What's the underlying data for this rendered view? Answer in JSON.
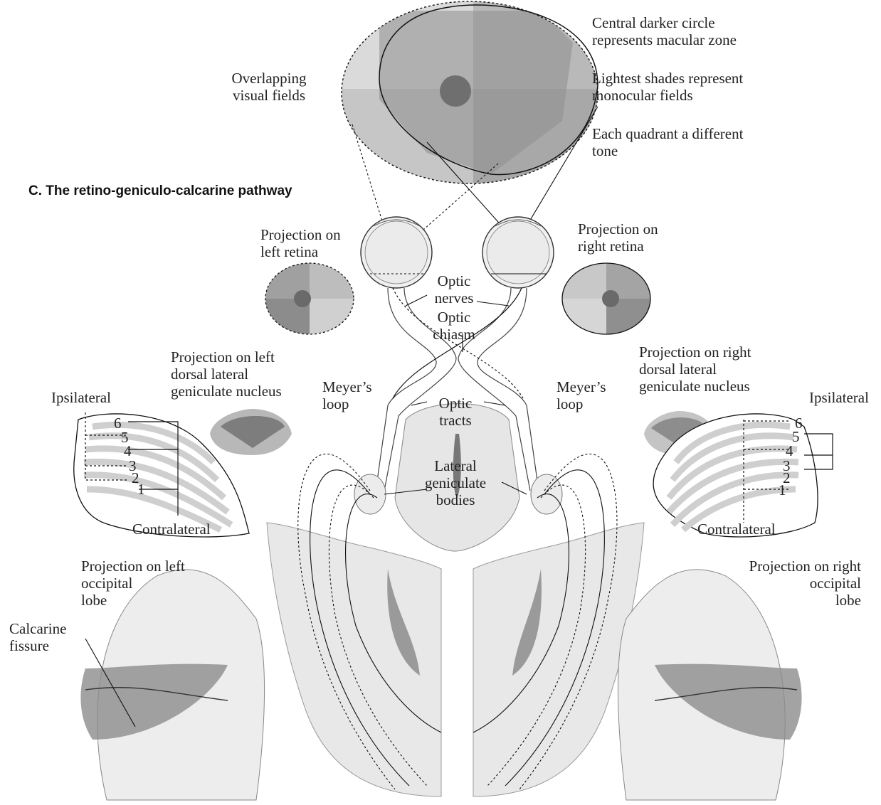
{
  "title": "C. The retino-geniculo-calcarine pathway",
  "notes": {
    "macular": "Central darker circle\nrepresents macular zone",
    "monocular": "Lightest shades represent\nmonocular fields",
    "quadrant": "Each quadrant a different\ntone"
  },
  "labels": {
    "overlapping": "Overlapping\nvisual fields",
    "left_retina": "Projection on\nleft retina",
    "right_retina": "Projection on\nright retina",
    "optic_nerves": "Optic\nnerves",
    "optic_chiasm": "Optic\nchiasm",
    "optic_tracts": "Optic\ntracts",
    "lgb": "Lateral\ngeniculate\nbodies",
    "left_dlgn": "Projection on left\ndorsal lateral\ngeniculate nucleus",
    "right_dlgn": "Projection on right\ndorsal lateral\ngeniculate nucleus",
    "meyers_left": "Meyer’s\nloop",
    "meyers_right": "Meyer’s\nloop",
    "ipsi_left": "Ipsilateral",
    "ipsi_right": "Ipsilateral",
    "contra_left": "Contralateral",
    "contra_right": "Contralateral",
    "left_occipital": "Projection on left\noccipital\nlobe",
    "right_occipital": "Projection on right\noccipital\nlobe",
    "calcarine": "Calcarine\nfissure"
  },
  "layers_left": [
    "6",
    "5",
    "4",
    "3",
    "2",
    "1"
  ],
  "layers_right": [
    "6",
    "5",
    "4",
    "3",
    "2",
    "1"
  ],
  "colors": {
    "light": "#d6d6d6",
    "mid": "#b3b3b3",
    "dark": "#8f8f8f",
    "macula": "#6e6e6e",
    "line": "#111111"
  }
}
